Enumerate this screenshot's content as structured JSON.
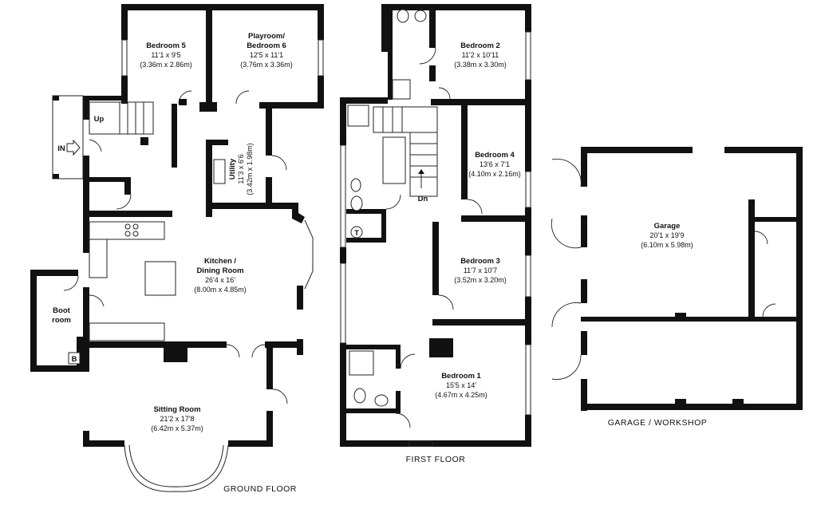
{
  "floors": {
    "ground": {
      "caption": "GROUND FLOOR",
      "entrance": "IN",
      "stairs": "Up",
      "boiler": "B",
      "rooms": {
        "bedroom5": {
          "name": "Bedroom 5",
          "dims": "11'1 x 9'5",
          "metric": "(3.36m x 2.86m)"
        },
        "playroom": {
          "name1": "Playroom/",
          "name2": "Bedroom 6",
          "dims": "12'5 x 11'1",
          "metric": "(3.76m x 3.36m)"
        },
        "utility": {
          "name": "Utility",
          "dims": "11'3 x 6'6",
          "metric": "(3.42m x 1.98m)"
        },
        "kitchen": {
          "name1": "Kitchen /",
          "name2": "Dining Room",
          "dims": "26'4 x 16'",
          "metric": "(8.00m x 4.85m)"
        },
        "boot": {
          "name1": "Boot",
          "name2": "room"
        },
        "sitting": {
          "name": "Sitting Room",
          "dims": "21'2 x 17'8",
          "metric": "(6.42m x 5.37m)"
        }
      }
    },
    "first": {
      "caption": "FIRST FLOOR",
      "stairs": "Dn",
      "tank": "T",
      "rooms": {
        "bedroom2": {
          "name": "Bedroom 2",
          "dims": "11'2 x 10'11",
          "metric": "(3.38m x 3.30m)"
        },
        "bedroom4": {
          "name": "Bedroom 4",
          "dims": "13'6 x 7'1",
          "metric": "(4.10m x 2.16m)"
        },
        "bedroom3": {
          "name": "Bedroom 3",
          "dims": "11'7 x 10'7",
          "metric": "(3.52m x 3.20m)"
        },
        "bedroom1": {
          "name": "Bedroom 1",
          "dims": "15'5 x 14'",
          "metric": "(4.67m x 4.25m)"
        }
      }
    },
    "garage": {
      "caption": "GARAGE / WORKSHOP",
      "rooms": {
        "garage": {
          "name": "Garage",
          "dims": "20'1 x 19'9",
          "metric": "(6.10m x 5.98m)"
        }
      }
    }
  },
  "colors": {
    "wall": "#111111",
    "background": "#ffffff",
    "line": "#222222"
  }
}
